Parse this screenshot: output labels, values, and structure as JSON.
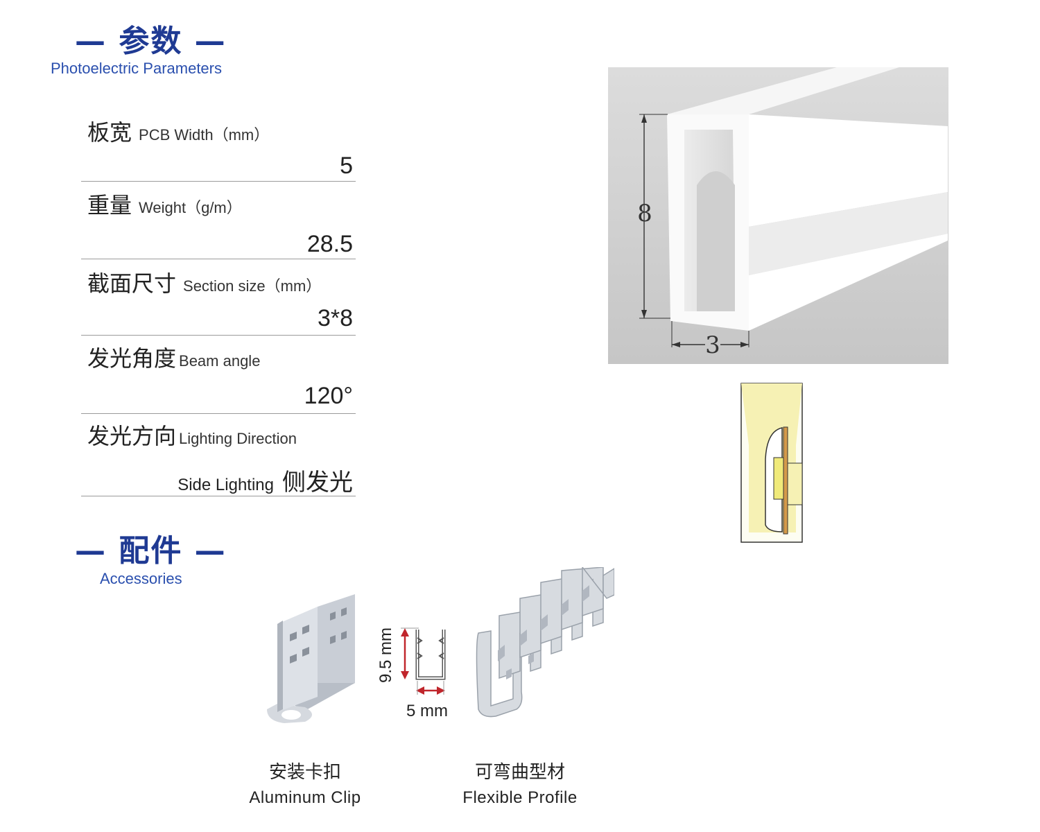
{
  "params_section": {
    "title": "— 参数 —",
    "subtitle": "Photoelectric Parameters"
  },
  "params": [
    {
      "zh": "板宽",
      "en": "PCB Width（mm）",
      "value": "5"
    },
    {
      "zh": "重量",
      "en": "Weight（g/m）",
      "value": "28.5"
    },
    {
      "zh": "截面尺寸",
      "en": "Section size（mm）",
      "value": "3*8"
    },
    {
      "zh": "发光角度",
      "en": "Beam angle",
      "value": "120°"
    },
    {
      "zh": "发光方向",
      "en": "Lighting Direction",
      "value_en": "Side Lighting",
      "value_zh": "侧发光"
    }
  ],
  "profile_dims": {
    "height": "8",
    "width": "3"
  },
  "accessories_section": {
    "title": "— 配件 —",
    "subtitle": "Accessories"
  },
  "clip_dims": {
    "height": "9.5 mm",
    "width": "5 mm"
  },
  "accessories": [
    {
      "zh": "安装卡扣",
      "en": "Aluminum Clip"
    },
    {
      "zh": "可弯曲型材",
      "en": "Flexible Profile"
    }
  ],
  "colors": {
    "heading": "#1f3a93",
    "led_yellow": "#f6f1b4",
    "dim_red": "#c0262c"
  }
}
